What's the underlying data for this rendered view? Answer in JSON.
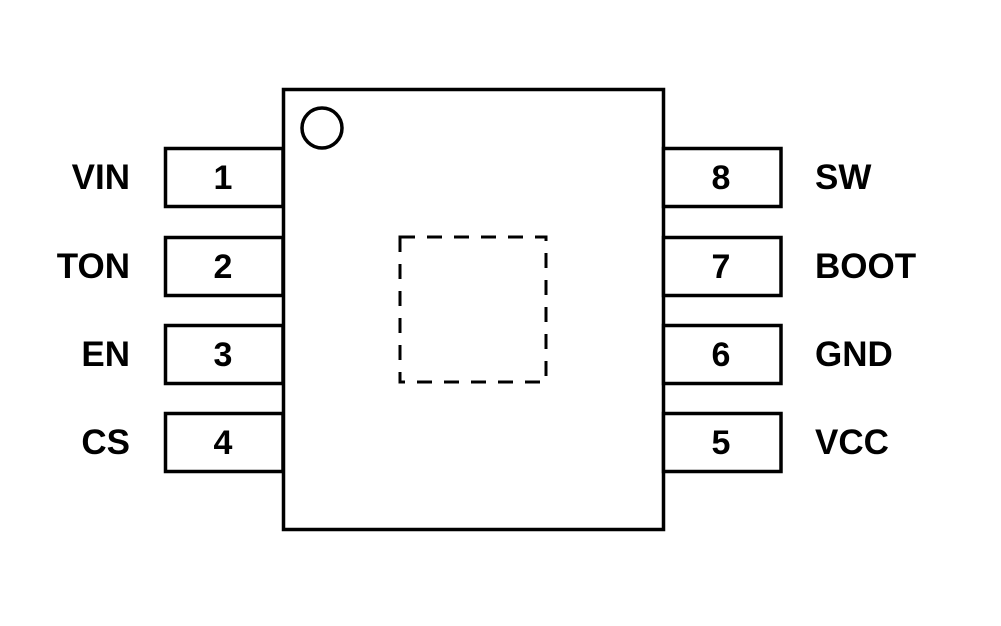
{
  "diagram": {
    "type": "ic-pinout",
    "pins_left": [
      {
        "number": "1",
        "name": "VIN"
      },
      {
        "number": "2",
        "name": "TON"
      },
      {
        "number": "3",
        "name": "EN"
      },
      {
        "number": "4",
        "name": "CS"
      }
    ],
    "pins_right": [
      {
        "number": "8",
        "name": "SW"
      },
      {
        "number": "7",
        "name": "BOOT"
      },
      {
        "number": "6",
        "name": "GND"
      },
      {
        "number": "5",
        "name": "VCC"
      }
    ],
    "exposed_pad": true,
    "pin1_marker": true
  }
}
